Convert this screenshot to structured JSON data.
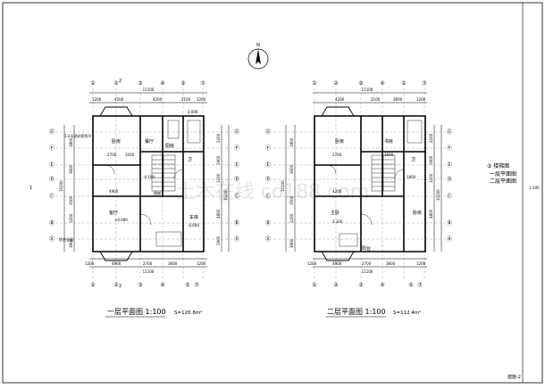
{
  "north": {
    "label": "N"
  },
  "plan1": {
    "title": "一层平面图 1:100",
    "area": "S=126.8m²",
    "top_dims": [
      "1200",
      "4200",
      "4200",
      "2100",
      "1200"
    ],
    "top_total": "11100",
    "bottom_dims": [
      "1200",
      "4900",
      "2700",
      "3600",
      "1200"
    ],
    "bottom_total": "11100",
    "top_axes": [
      "①",
      "②",
      "③",
      "④",
      "⑤",
      "⑦"
    ],
    "bottom_axes": [
      "①",
      "②",
      "③",
      "④",
      "⑤",
      "⑦"
    ],
    "left_axes": [
      "Ⓖ",
      "Ⓕ",
      "Ⓔ",
      "Ⓓ",
      "Ⓒ",
      "Ⓑ",
      "Ⓐ"
    ],
    "right_axes": [
      "Ⓖ",
      "Ⓕ",
      "Ⓔ",
      "Ⓓ",
      "Ⓒ",
      "Ⓑ",
      "Ⓐ"
    ],
    "left_dims": [
      "1800",
      "3600",
      "3500",
      "1200",
      "3900"
    ],
    "left_total": "10200",
    "right_dims": [
      "2200",
      "1900",
      "1200",
      "4800",
      "1900"
    ],
    "right_total": "10200",
    "section_mark": "2",
    "side_mark": "1",
    "rooms": [
      "卧房",
      "厨房",
      "餐厅",
      "客厅",
      "车库",
      "卫",
      "楼梯"
    ],
    "notes": [
      "2700",
      "3500",
      "4900",
      "±0.000",
      "-0.600",
      "-0.100",
      "2.000"
    ],
    "callouts": [
      "1:2水泥砂浆找平",
      "铝合金窗"
    ]
  },
  "plan2": {
    "title": "二层平面图 1:100",
    "area": "S=112.4m²",
    "top_dims": [
      "4200",
      "2100",
      "3600",
      "1200"
    ],
    "top_total": "11100",
    "bottom_dims": [
      "1200",
      "4900",
      "2700",
      "3600",
      "1200"
    ],
    "bottom_total": "11100",
    "top_axes": [
      "①",
      "②",
      "③",
      "④",
      "⑤",
      "⑦"
    ],
    "bottom_axes": [
      "①",
      "②",
      "③",
      "④",
      "⑤",
      "⑦"
    ],
    "left_axes": [
      "Ⓖ",
      "Ⓕ",
      "Ⓔ",
      "Ⓓ",
      "Ⓒ",
      "Ⓑ",
      "Ⓐ"
    ],
    "right_axes": [
      "Ⓖ",
      "Ⓕ",
      "Ⓔ",
      "Ⓓ",
      "Ⓒ",
      "Ⓑ",
      "Ⓐ"
    ],
    "left_dims": [
      "1800",
      "3600",
      "3500",
      "1200",
      "3900"
    ],
    "left_total": "10200",
    "right_dims": [
      "2200",
      "1900",
      "1200",
      "4800"
    ],
    "right_total": "10200",
    "rooms": [
      "卧房",
      "书房",
      "主卧",
      "卧房",
      "卫",
      "阳台"
    ],
    "notes": [
      "3.300",
      "2700",
      "3600",
      "1800",
      "4200"
    ]
  },
  "legend": {
    "items": [
      "⑤ 楼梯图",
      "一层平面图",
      "二层平面图"
    ],
    "scale": "1:100"
  },
  "sheet_label": "建施-2",
  "watermark": "土木在线 co188.com"
}
